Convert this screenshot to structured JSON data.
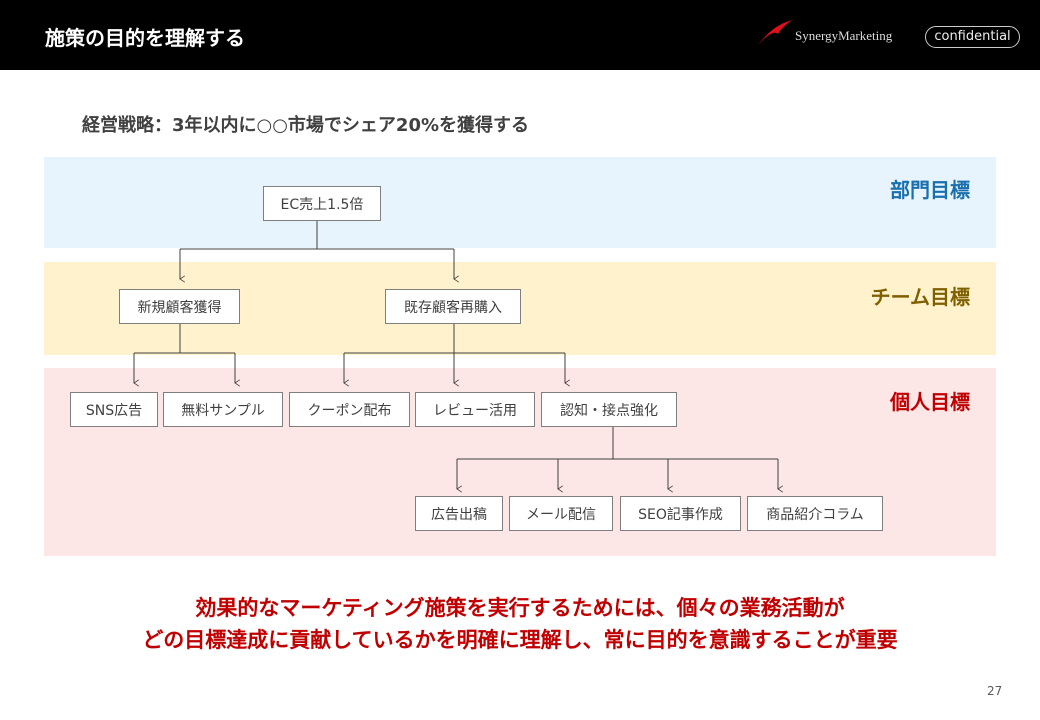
{
  "header": {
    "title": "施策の目的を理解する",
    "brand": "SynergyMarketing",
    "badge": "confidential"
  },
  "strategy": "経営戦略：3年以内に○○市場でシェア20%を獲得する",
  "levels": {
    "dept": "部門目標",
    "team": "チーム目標",
    "individual": "個人目標"
  },
  "colors": {
    "dept": "#1a6fae",
    "team": "#7f6000",
    "individual": "#c00000"
  },
  "nodes": {
    "root": "EC売上1.5倍",
    "team": [
      "新規顧客獲得",
      "既存顧客再購入"
    ],
    "individual": [
      "SNS広告",
      "無料サンプル",
      "クーポン配布",
      "レビュー活用",
      "認知・接点強化"
    ],
    "sub": [
      "広告出稿",
      "メール配信",
      "SEO記事作成",
      "商品紹介コラム"
    ]
  },
  "message": [
    "効果的なマーケティング施策を実行するためには、個々の業務活動が",
    "どの目標達成に貢献しているかを明確に理解し、常に目的を意識することが重要"
  ],
  "page_number": "27"
}
